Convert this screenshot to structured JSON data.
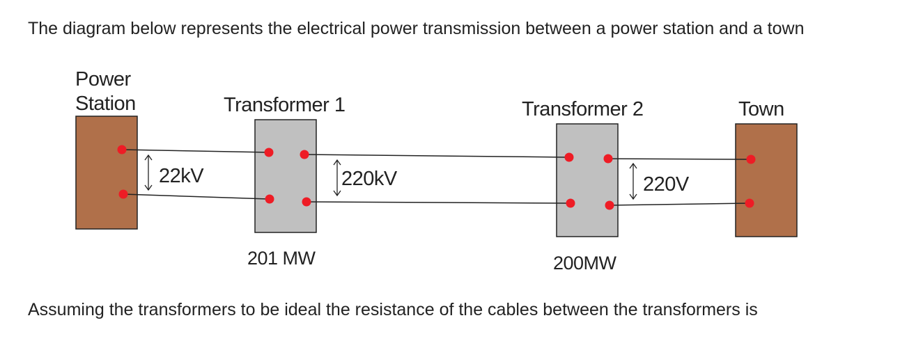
{
  "question": {
    "intro": "The diagram below represents the electrical power transmission between a power station and a town",
    "prompt": "Assuming the transformers to be ideal the resistance of the cables between the transformers is"
  },
  "diagram": {
    "power_station": {
      "label_line1": "Power",
      "label_line2": "Station",
      "color": "#B0704A"
    },
    "transformer_1": {
      "label": "Transformer 1",
      "power": "201 MW",
      "color": "#C0C0C0"
    },
    "transformer_2": {
      "label": "Transformer 2",
      "power": "200MW",
      "color": "#C0C0C0"
    },
    "town": {
      "label": "Town",
      "color": "#B0704A"
    },
    "voltages": {
      "generation": "22kV",
      "transmission": "220kV",
      "distribution": "220V"
    },
    "terminal_color": "#EE1C25"
  }
}
